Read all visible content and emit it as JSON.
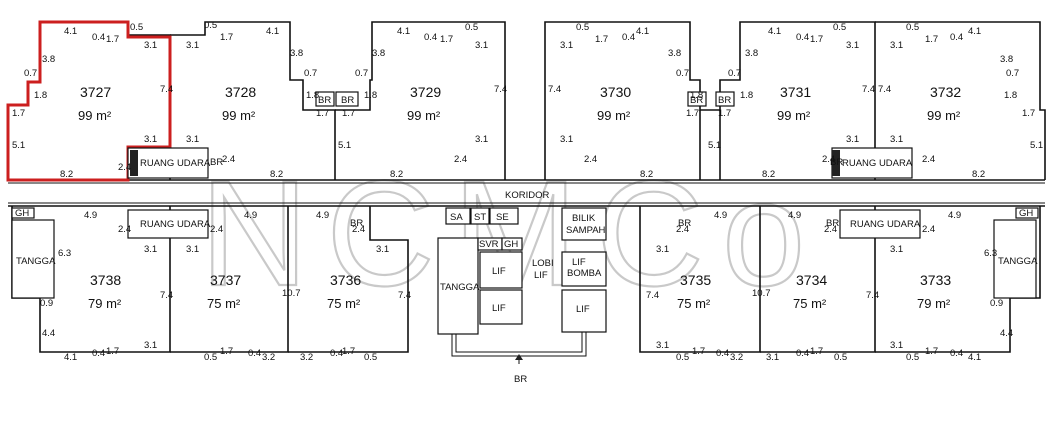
{
  "watermark": "NCMCo",
  "highlight_color": "#cc1f1f",
  "corridor": {
    "label": "KORIDOR"
  },
  "bottom_label": "BR",
  "units_top": [
    {
      "no": "3727",
      "area": "99 m²",
      "highlighted": true
    },
    {
      "no": "3728",
      "area": "99 m²"
    },
    {
      "no": "3729",
      "area": "99 m²"
    },
    {
      "no": "3730",
      "area": "99 m²"
    },
    {
      "no": "3731",
      "area": "99 m²"
    },
    {
      "no": "3732",
      "area": "99 m²"
    }
  ],
  "units_bottom": [
    {
      "no": "3738",
      "area": "79 m²"
    },
    {
      "no": "3737",
      "area": "75 m²"
    },
    {
      "no": "3736",
      "area": "75 m²"
    },
    {
      "no": "3735",
      "area": "75 m²"
    },
    {
      "no": "3734",
      "area": "75 m²"
    },
    {
      "no": "3733",
      "area": "79 m²"
    }
  ],
  "labels": {
    "ruang_udara": "RUANG UDARA",
    "tangga": "TANGGA",
    "lif": "LIF",
    "lobi": "LOBI",
    "bilik": "BILIK",
    "sampah": "SAMPAH",
    "bomba": "BOMBA",
    "sa": "SA",
    "st": "ST",
    "se": "SE",
    "svr": "SVR",
    "gh": "GH",
    "br": "BR"
  },
  "dims": {
    "d41": "4.1",
    "d17": "1.7",
    "d04": "0.4",
    "d05": "0.5",
    "d31": "3.1",
    "d38": "3.8",
    "d07": "0.7",
    "d18": "1.8",
    "d74": "7.4",
    "d51": "5.1",
    "d82": "8.2",
    "d24": "2.4",
    "d49": "4.9",
    "d63": "6.3",
    "d09": "0.9",
    "d44": "4.4",
    "d32": "3.2",
    "d107": "10.7"
  }
}
